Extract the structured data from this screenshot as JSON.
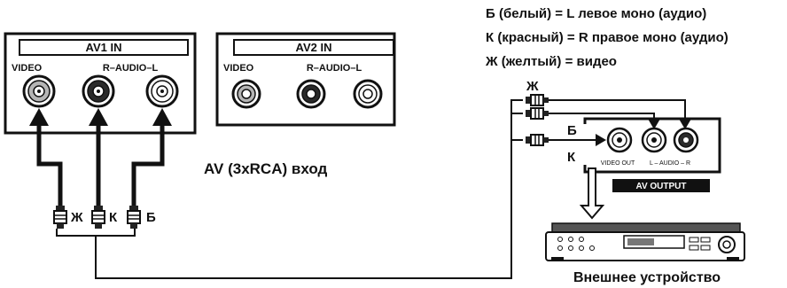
{
  "panel_av1": {
    "title": "AV1 IN",
    "video_label": "VIDEO",
    "audio_label": "R–AUDIO–L"
  },
  "panel_av2": {
    "title": "AV2 IN",
    "video_label": "VIDEO",
    "audio_label": "R–AUDIO–L"
  },
  "caption_av_input": "AV (3xRCA) вход",
  "plug_letters_bottom": [
    "Ж",
    "К",
    "Б"
  ],
  "legend": [
    "Б (белый) = L левое моно (аудио)",
    "К (красный) = R правое моно (аудио)",
    "Ж (желтый) = видео"
  ],
  "device": {
    "plug_letters": [
      "Ж",
      "Б",
      "К"
    ],
    "video_out_label": "VIDEO OUT",
    "audio_out_label": "L – AUDIO – R",
    "av_output_label": "AV OUTPUT",
    "caption": "Внешнее устройство"
  }
}
